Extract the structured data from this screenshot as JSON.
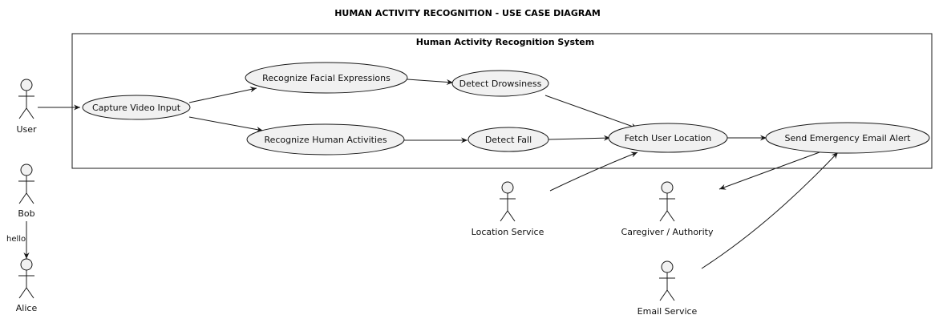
{
  "diagram_title": "HUMAN ACTIVITY RECOGNITION - USE CASE DIAGRAM",
  "system": {
    "title": "Human Activity Recognition System"
  },
  "use_cases": {
    "capture": "Capture Video Input",
    "facial": "Recognize Facial Expressions",
    "human": "Recognize Human Activities",
    "drowsy": "Detect Drowsiness",
    "fall": "Detect Fall",
    "location": "Fetch User Location",
    "alert": "Send Emergency Email Alert"
  },
  "actors": {
    "user": "User",
    "bob": "Bob",
    "alice": "Alice",
    "location_service": "Location Service",
    "caregiver": "Caregiver / Authority",
    "email_service": "Email Service"
  },
  "edge_labels": {
    "bob_alice": "hello"
  }
}
